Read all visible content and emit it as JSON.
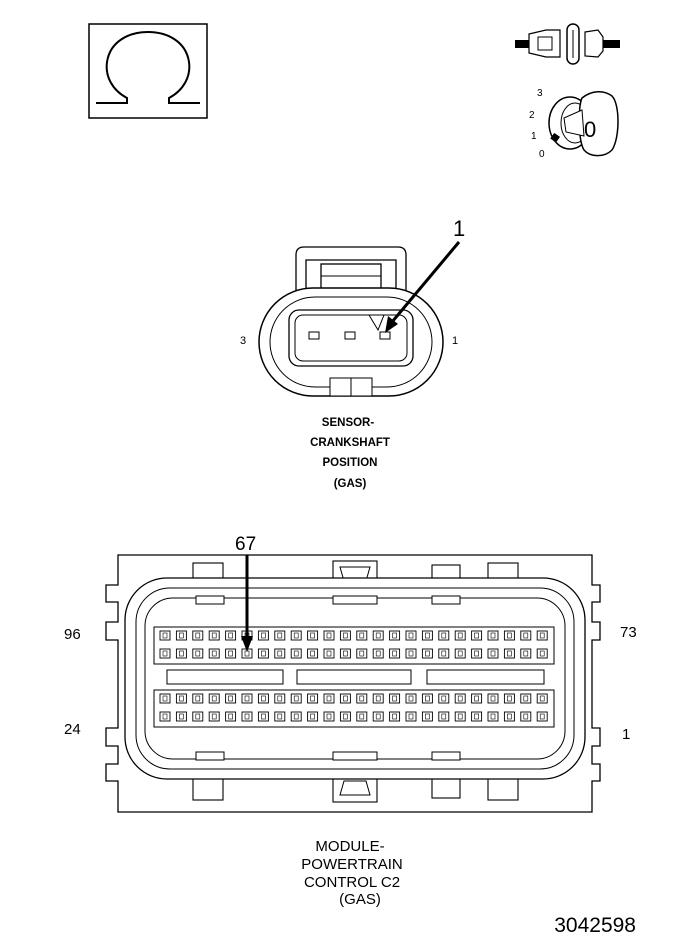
{
  "ohm_symbol": "Ω",
  "key_switch": {
    "positions": [
      "3",
      "2",
      "1",
      "0"
    ],
    "key_label": "0"
  },
  "sensor": {
    "callout": "1",
    "pin_left": "3",
    "pin_right": "1",
    "title_lines": [
      "SENSOR-",
      "CRANKSHAFT",
      "POSITION",
      "(GAS)"
    ]
  },
  "module": {
    "callout": "67",
    "pin_top_left": "96",
    "pin_top_right": "73",
    "pin_bottom_left": "24",
    "pin_bottom_right": "1",
    "title_lines": [
      "MODULE-",
      "POWERTRAIN",
      "CONTROL C2",
      "(GAS)"
    ]
  },
  "figure_number": "3042598",
  "colors": {
    "line": "#000000",
    "fill": "#ffffff"
  }
}
